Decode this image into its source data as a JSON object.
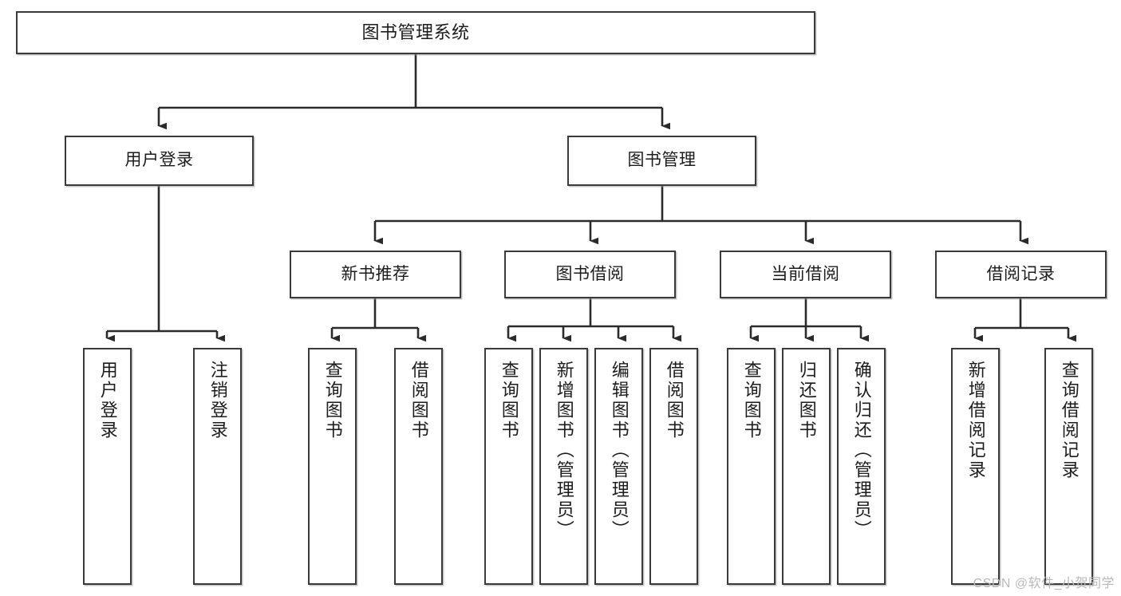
{
  "diagram": {
    "title": "图书管理系统",
    "type": "tree",
    "orientation": "top-down",
    "watermark": "CSDN @软件_小贺同学",
    "colors": {
      "background": "#ffffff",
      "box_border": "#3a3a3a",
      "box_fill": "#ffffff",
      "connector": "#2b2b2b",
      "text": "#1c1c1c",
      "watermark": "#b9b9b9"
    }
  },
  "nodes": {
    "root": {
      "label": "图书管理系统"
    },
    "level2": [
      {
        "id": "user-login",
        "label": "用户登录"
      },
      {
        "id": "book-management",
        "label": "图书管理"
      }
    ],
    "level3": [
      {
        "id": "new-book-recommend",
        "label": "新书推荐"
      },
      {
        "id": "book-borrow",
        "label": "图书借阅"
      },
      {
        "id": "current-borrow",
        "label": "当前借阅"
      },
      {
        "id": "borrow-record",
        "label": "借阅记录"
      }
    ],
    "leaves": {
      "user_login": [
        {
          "id": "leaf-user-login",
          "label": "用户登录"
        },
        {
          "id": "leaf-logout",
          "label": "注销登录"
        }
      ],
      "new_book_recommend": [
        {
          "id": "leaf-query-book-1",
          "label": "查询图书"
        },
        {
          "id": "leaf-borrow-book-1",
          "label": "借阅图书"
        }
      ],
      "book_borrow": [
        {
          "id": "leaf-query-book-2",
          "label": "查询图书"
        },
        {
          "id": "leaf-add-book",
          "label": "新增图书（管理员）"
        },
        {
          "id": "leaf-edit-book",
          "label": "编辑图书（管理员）"
        },
        {
          "id": "leaf-borrow-book-2",
          "label": "借阅图书"
        }
      ],
      "current_borrow": [
        {
          "id": "leaf-query-book-3",
          "label": "查询图书"
        },
        {
          "id": "leaf-return-book",
          "label": "归还图书"
        },
        {
          "id": "leaf-confirm-return",
          "label": "确认归还（管理员）"
        }
      ],
      "borrow_record": [
        {
          "id": "leaf-add-record",
          "label": "新增借阅记录"
        },
        {
          "id": "leaf-query-record",
          "label": "查询借阅记录"
        }
      ]
    }
  }
}
